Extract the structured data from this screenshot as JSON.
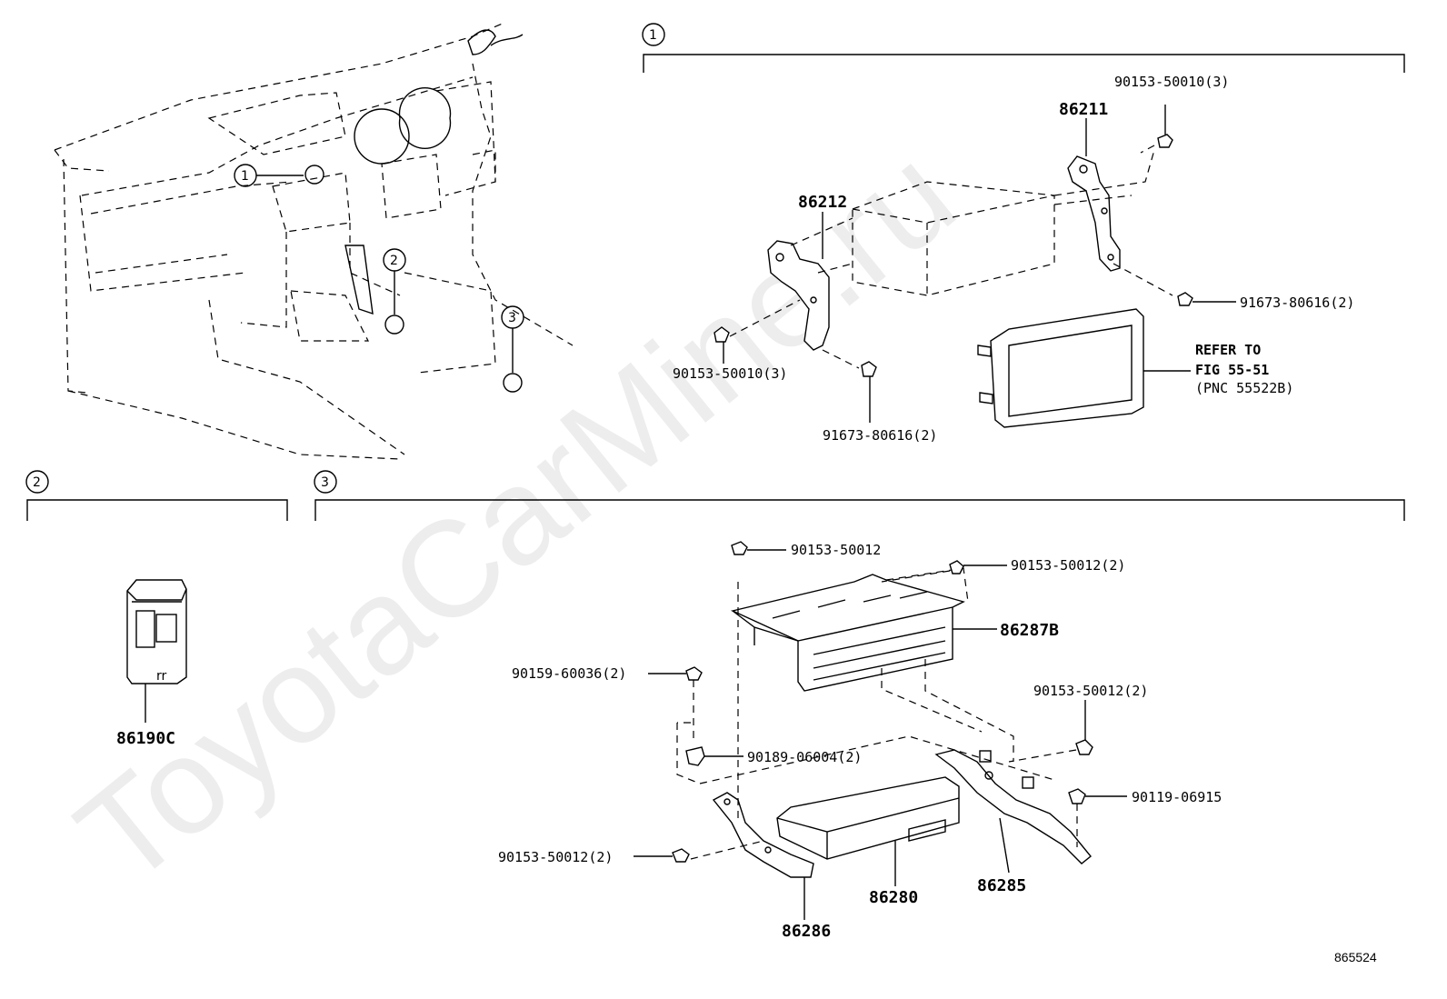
{
  "callouts": [
    "1",
    "2",
    "3"
  ],
  "section_1": {
    "parts": {
      "bracket_right": "86211",
      "bracket_left": "86212",
      "bolt_top_right": "90153-50010(3)",
      "screw_right": "91673-80616(2)",
      "bolt_left": "90153-50010(3)",
      "screw_bottom": "91673-80616(2)"
    },
    "refer_note": [
      "REFER TO",
      "FIG 55-51",
      "(PNC 55522B)"
    ]
  },
  "section_2": {
    "parts": {
      "switch": "86190C"
    }
  },
  "section_3": {
    "parts": {
      "bolt_top": "90153-50012",
      "bolt_top_right": "90153-50012(2)",
      "amplifier": "86287B",
      "screw_left": "90159-60036(2)",
      "bolt_right_mid": "90153-50012(2)",
      "clip": "90189-06004(2)",
      "bolt_right_low": "90119-06915",
      "bolt_left_low": "90153-50012(2)",
      "module": "86280",
      "bracket_right": "86285",
      "bracket_left": "86286"
    }
  },
  "figure_number": "865524",
  "watermark": "ToyotaCarMine.ru"
}
